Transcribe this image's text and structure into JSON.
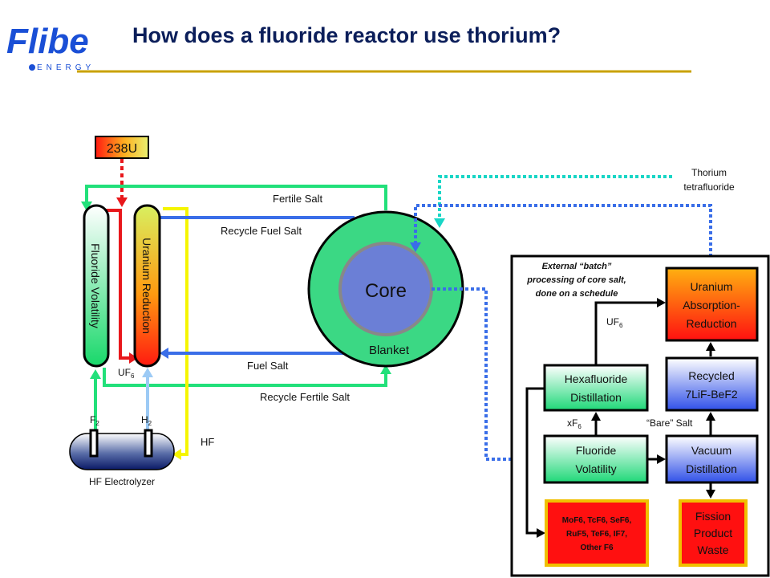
{
  "logo": {
    "word": "Flibe",
    "sub": "ENERGY"
  },
  "title": "How does a fluoride reactor use thorium?",
  "colors": {
    "title": "#0b1e5a",
    "rule": "#c9a200",
    "green_line": "#22e07a",
    "red_line": "#e8181c",
    "yellow_line": "#f5f500",
    "blue_line": "#3a6ee8",
    "cyan_dotted": "#18d6c6",
    "light_blue_line": "#9ccaf5",
    "core_fill": "#6b7fd6",
    "blanket_fill": "#3bd884",
    "red_box": "#ff1010",
    "gold_border": "#f0c000"
  },
  "labels": {
    "u238": "238U",
    "fluoride_volatility_col": "Fluoride Volatility",
    "uranium_reduction_col": "Uranium Reduction",
    "fertile_salt": "Fertile Salt",
    "recycle_fuel_salt": "Recycle Fuel Salt",
    "fuel_salt": "Fuel Salt",
    "recycle_fertile_salt": "Recycle Fertile Salt",
    "core": "Core",
    "blanket": "Blanket",
    "uf6_left_main": "UF",
    "uf6_left_sub": "6",
    "f2_main": "F",
    "f2_sub": "2",
    "h2_main": "H",
    "h2_sub": "2",
    "hf": "HF",
    "hf_electrolyzer": "HF Electrolyzer",
    "thorium_line1": "Thorium",
    "thorium_line2": "tetrafluoride",
    "external_line1": "External “batch”",
    "external_line2": "processing of core salt,",
    "external_line3": "done on a schedule",
    "uf6_right_main": "UF",
    "uf6_right_sub": "6",
    "xf6_main": "xF",
    "xf6_sub": "6",
    "bare_salt": "“Bare” Salt"
  },
  "boxes": {
    "uranium_absorption": [
      "Uranium",
      "Absorption-",
      "Reduction"
    ],
    "recycled": [
      "Recycled",
      "7LiF-BeF2"
    ],
    "hexafluoride": [
      "Hexafluoride",
      "Distillation"
    ],
    "fluoride_volatility": [
      "Fluoride",
      "Volatility"
    ],
    "vacuum": [
      "Vacuum",
      "Distillation"
    ],
    "mof6": [
      "MoF6, TcF6, SeF6,",
      "RuF5, TeF6, IF7,",
      "Other F6"
    ],
    "fission": [
      "Fission",
      "Product",
      "Waste"
    ]
  }
}
